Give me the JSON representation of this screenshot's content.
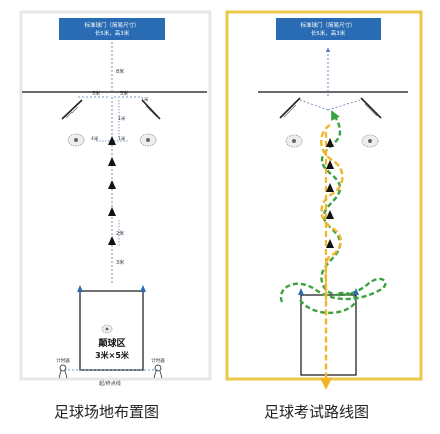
{
  "left_panel": {
    "goal_line1": "标准球门（简易尺寸）",
    "goal_line2": "长5米，高3米",
    "dim_8m": "8米",
    "dim_5m_left": "5米",
    "dim_5m_right": "5米",
    "dim_1m_a": "1米",
    "dim_1m_b": "1米",
    "dim_1m_c": "1米",
    "dim_4m": "4米",
    "dim_2m": "2米",
    "dim_3m": "3米",
    "dribble_area_title": "颠球区",
    "dribble_area_size": "3米×5米",
    "timer_left": "计时器",
    "timer_right": "计时器",
    "start_finish_line": "起/终点线",
    "caption": "足球场地布置图"
  },
  "right_panel": {
    "goal_line1": "标准球门（简易尺寸）",
    "goal_line2": "长5米，高3米",
    "caption": "足球考试路线图"
  },
  "colors": {
    "goal_blue": "#2a6cb3",
    "left_border": "#e7e7e7",
    "right_border": "#e9c84a",
    "route_yellow": "#f1b52b",
    "route_green": "#3aa13f",
    "dash_blue": "#4f7bb8",
    "cone_blue": "#2a6cb3"
  },
  "icons": [
    "soccer-ball-icon",
    "cone-icon",
    "timer-icon",
    "arrow-head-icon"
  ]
}
